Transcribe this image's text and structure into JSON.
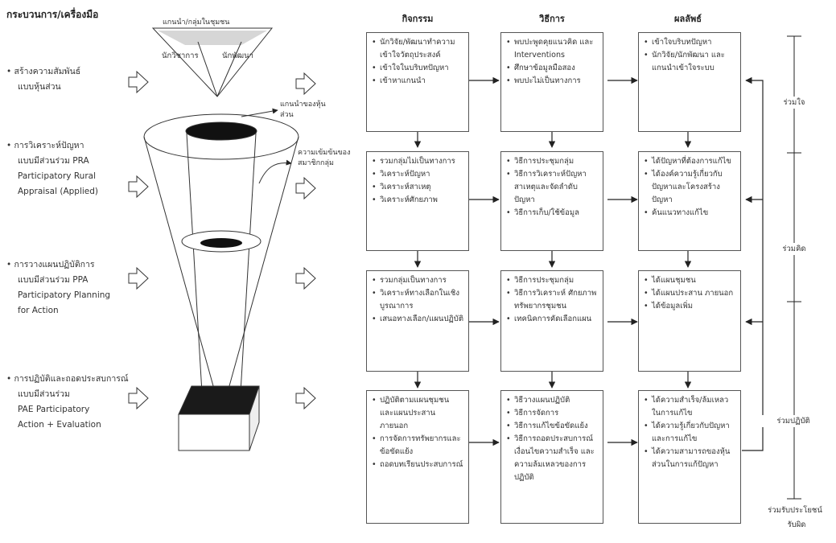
{
  "title": "กระบวนการ/เครื่องมือ",
  "funnel_labels": {
    "top": "แกนนำ/กลุ่มในชุมชน",
    "academic": "นักวิชาการ",
    "developer": "นักพัฒนา",
    "core_team": "แกนนำของหุ้นส่วน",
    "deepening": "ความเข้มข้นของสมาชิกกลุ่ม"
  },
  "steps": [
    {
      "lines": [
        "สร้างความสัมพันธ์",
        "แบบหุ้นส่วน"
      ]
    },
    {
      "lines": [
        "การวิเคราะห์ปัญหา",
        "แบบมีส่วนร่วม PRA",
        "Participatory Rural",
        "Appraisal (Applied)"
      ]
    },
    {
      "lines": [
        "การวางแผนปฏิบัติการ",
        "แบบมีส่วนร่วม PPA",
        "Participatory Planning",
        "for Action"
      ]
    },
    {
      "lines": [
        "การปฏิบัติและถอดประสบการณ์",
        "แบบมีส่วนร่วม",
        "PAE Participatory",
        "Action + Evaluation"
      ]
    }
  ],
  "columns": {
    "activity": "กิจกรรม",
    "method": "วิธีการ",
    "result": "ผลลัพธ์"
  },
  "rows": [
    {
      "activity": [
        "นักวิจัย/พัฒนาทำความเข้าใจวัตถุประสงค์",
        "เข้าใจในบริบทปัญหา",
        "เข้าหาแกนนำ"
      ],
      "method": [
        "พบปะพูดคุยแนวคิด และ Interventions",
        "ศึกษาข้อมูลมือสอง",
        "พบปะไม่เป็นทางการ"
      ],
      "result": [
        "เข้าใจบริบทปัญหา",
        "นักวิจัย/นักพัฒนา และแกนนำเข้าใจระบบ"
      ]
    },
    {
      "activity": [
        "รวมกลุ่มไม่เป็นทางการ",
        "วิเคราะห์ปัญหา",
        "วิเคราะห์สาเหตุ",
        "วิเคราะห์ศักยภาพ"
      ],
      "method": [
        "วิธีการประชุมกลุ่ม",
        "วิธีการวิเคราะห์ปัญหา สาเหตุและจัดลำดับปัญหา",
        "วิธีการเก็บ/ใช้ข้อมูล"
      ],
      "result": [
        "ได้ปัญหาที่ต้องการแก้ไข",
        "ได้องค์ความรู้เกี่ยวกับปัญหาและโครงสร้างปัญหา",
        "ค้นแนวทางแก้ไข"
      ]
    },
    {
      "activity": [
        "รวมกลุ่มเป็นทางการ",
        "วิเคราะห์ทางเลือกในเชิงบูรณาการ",
        "เสนอทางเลือก/แผนปฏิบัติ"
      ],
      "method": [
        "วิธีการประชุมกลุ่ม",
        "วิธีการวิเคราะห์ ศักยภาพทรัพยากรชุมชน",
        "เทคนิคการคัดเลือกแผน"
      ],
      "result": [
        "ได้แผนชุมชน",
        "ได้แผนประสาน ภายนอก",
        "ได้ข้อมูลเพิ่ม"
      ]
    },
    {
      "activity": [
        "ปฏิบัติตามแผนชุมชน และแผนประสาน ภายนอก",
        "การจัดการทรัพยากรและข้อขัดแย้ง",
        "ถอดบทเรียนประสบการณ์"
      ],
      "method": [
        "วิธีวางแผนปฏิบัติ",
        "วิธีการจัดการ",
        "วิธีการแก้ไขข้อขัดแย้ง",
        "วิธีการถอดประสบการณ์ เงื่อนไขความสำเร็จ และความล้มเหลวของการปฏิบัติ"
      ],
      "result": [
        "ได้ความสำเร็จ/ล้มเหลวในการแก้ไข",
        "ได้ความรู้เกี่ยวกับปัญหาและการแก้ไข",
        "ได้ความสามารถของหุ้นส่วนในการแก้ปัญหา"
      ]
    }
  ],
  "phases": [
    "ร่วมใจ",
    "ร่วมคิด",
    "ร่วมปฏิบัติ",
    "ร่วมรับประโยชน์",
    "รับผิด"
  ]
}
